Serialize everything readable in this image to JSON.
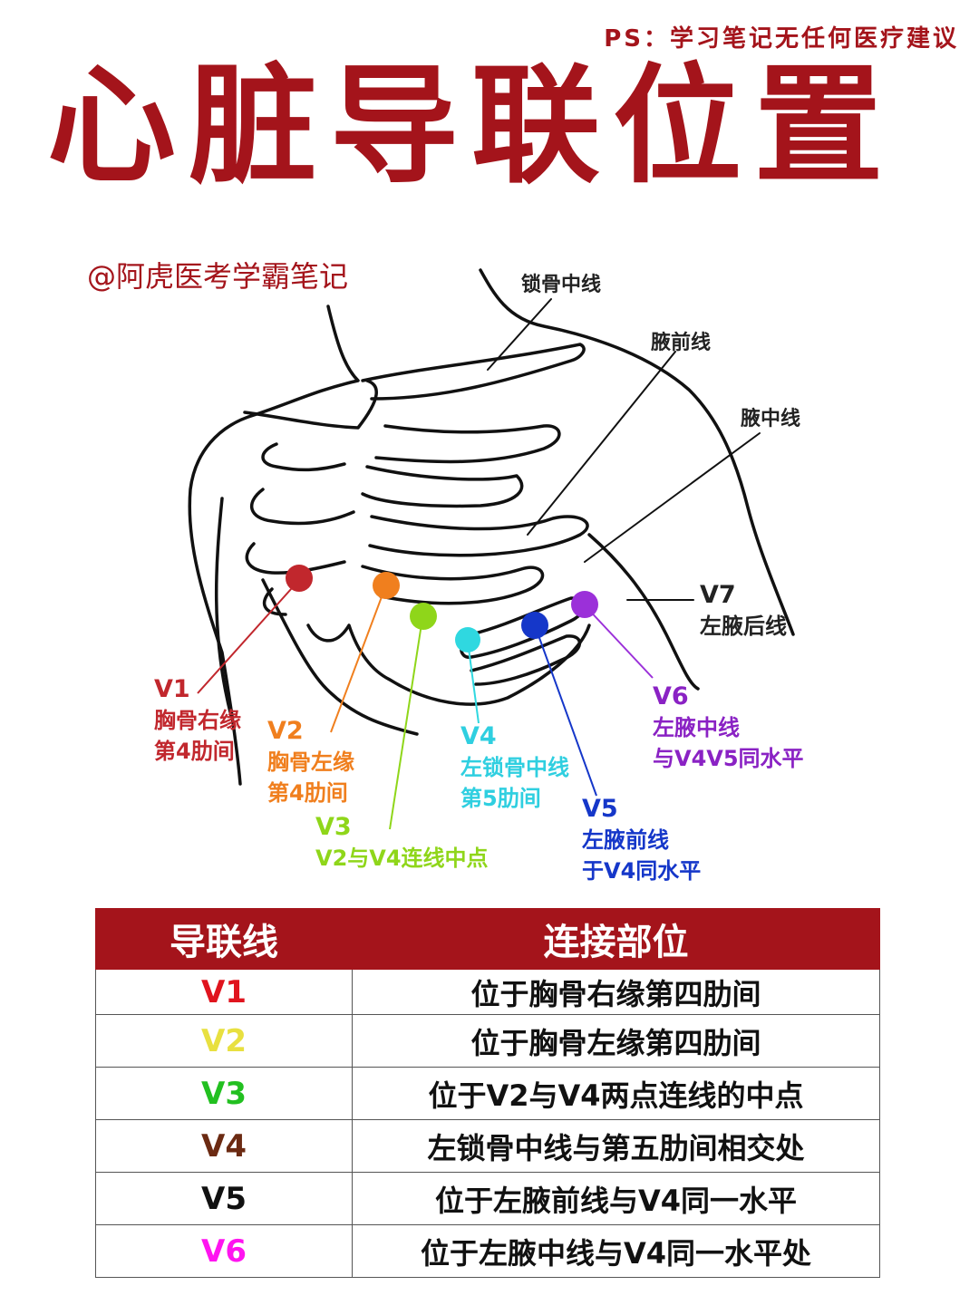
{
  "ps_note": "PS：学习笔记无任何医疗建议",
  "title": "心脏导联位置",
  "watermark": "@阿虎医考学霸笔记",
  "lines": {
    "midclavicular": "锁骨中线",
    "anterior_axillary": "腋前线",
    "mid_axillary": "腋中线"
  },
  "electrodes": [
    {
      "code": "V1",
      "color": "#c1272d",
      "desc1": "胸骨右缘",
      "desc2": "第4肋间",
      "text_color": "#c1272d"
    },
    {
      "code": "V2",
      "color": "#f07f1e",
      "desc1": "胸骨左缘",
      "desc2": "第4肋间",
      "text_color": "#f07f1e"
    },
    {
      "code": "V3",
      "color": "#8fd61a",
      "desc1": "V2与V4连线中点",
      "desc2": "",
      "text_color": "#8fd61a"
    },
    {
      "code": "V4",
      "color": "#2fd8e0",
      "desc1": "左锁骨中线",
      "desc2": "第5肋间",
      "text_color": "#2fcfe0"
    },
    {
      "code": "V5",
      "color": "#1537c9",
      "desc1": "左腋前线",
      "desc2": "于V4同水平",
      "text_color": "#1537c9"
    },
    {
      "code": "V6",
      "color": "#9b30d9",
      "desc1": "左腋中线",
      "desc2": "与V4V5同水平",
      "text_color": "#8a22c4"
    },
    {
      "code": "V7",
      "color": "#222222",
      "desc1": "左腋后线",
      "desc2": "",
      "text_color": "#222222"
    }
  ],
  "table": {
    "header": [
      "导联线",
      "连接部位"
    ],
    "rows": [
      {
        "lead": "V1",
        "color": "#e0141e",
        "site": "位于胸骨右缘第四肋间"
      },
      {
        "lead": "V2",
        "color": "#e8e040",
        "site": "位于胸骨左缘第四肋间"
      },
      {
        "lead": "V3",
        "color": "#22c020",
        "site": "位于V2与V4两点连线的中点"
      },
      {
        "lead": "V4",
        "color": "#6b2a12",
        "site": "左锁骨中线与第五肋间相交处"
      },
      {
        "lead": "V5",
        "color": "#111111",
        "site": "位于左腋前线与V4同一水平"
      },
      {
        "lead": "V6",
        "color": "#ff14f0",
        "site": "位于左腋中线与V4同一水平处"
      }
    ]
  }
}
